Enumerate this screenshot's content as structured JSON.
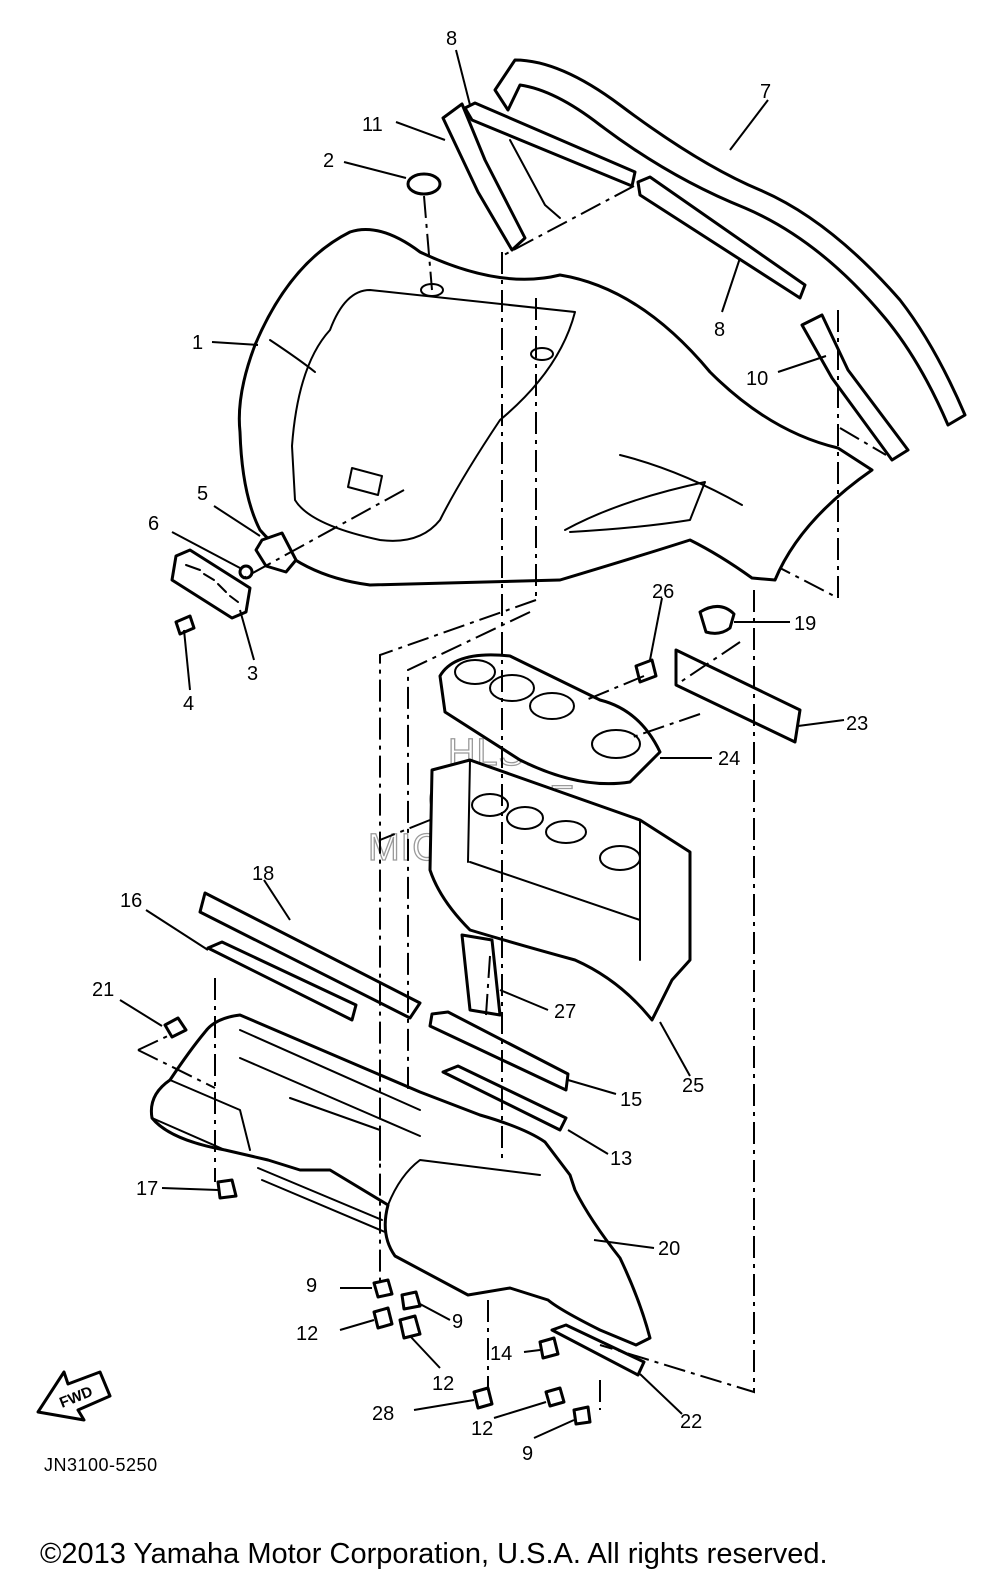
{
  "callouts": [
    {
      "num": "1"
    },
    {
      "num": "2"
    },
    {
      "num": "3"
    },
    {
      "num": "4"
    },
    {
      "num": "5"
    },
    {
      "num": "6"
    },
    {
      "num": "7"
    },
    {
      "num": "8"
    },
    {
      "num": "8"
    },
    {
      "num": "9"
    },
    {
      "num": "9"
    },
    {
      "num": "9"
    },
    {
      "num": "10"
    },
    {
      "num": "11"
    },
    {
      "num": "12"
    },
    {
      "num": "12"
    },
    {
      "num": "12"
    },
    {
      "num": "13"
    },
    {
      "num": "14"
    },
    {
      "num": "15"
    },
    {
      "num": "16"
    },
    {
      "num": "17"
    },
    {
      "num": "18"
    },
    {
      "num": "19"
    },
    {
      "num": "20"
    },
    {
      "num": "21"
    },
    {
      "num": "22"
    },
    {
      "num": "23"
    },
    {
      "num": "24"
    },
    {
      "num": "25"
    },
    {
      "num": "26"
    },
    {
      "num": "27"
    },
    {
      "num": "28"
    }
  ],
  "watermark": [
    "HLSM",
    "ONLINE",
    "MICROFICHE"
  ],
  "fwd_label": "FWD",
  "diagram_code": "JN3100-5250",
  "copyright": "©2013 Yamaha Motor Corporation, U.S.A. All rights reserved."
}
